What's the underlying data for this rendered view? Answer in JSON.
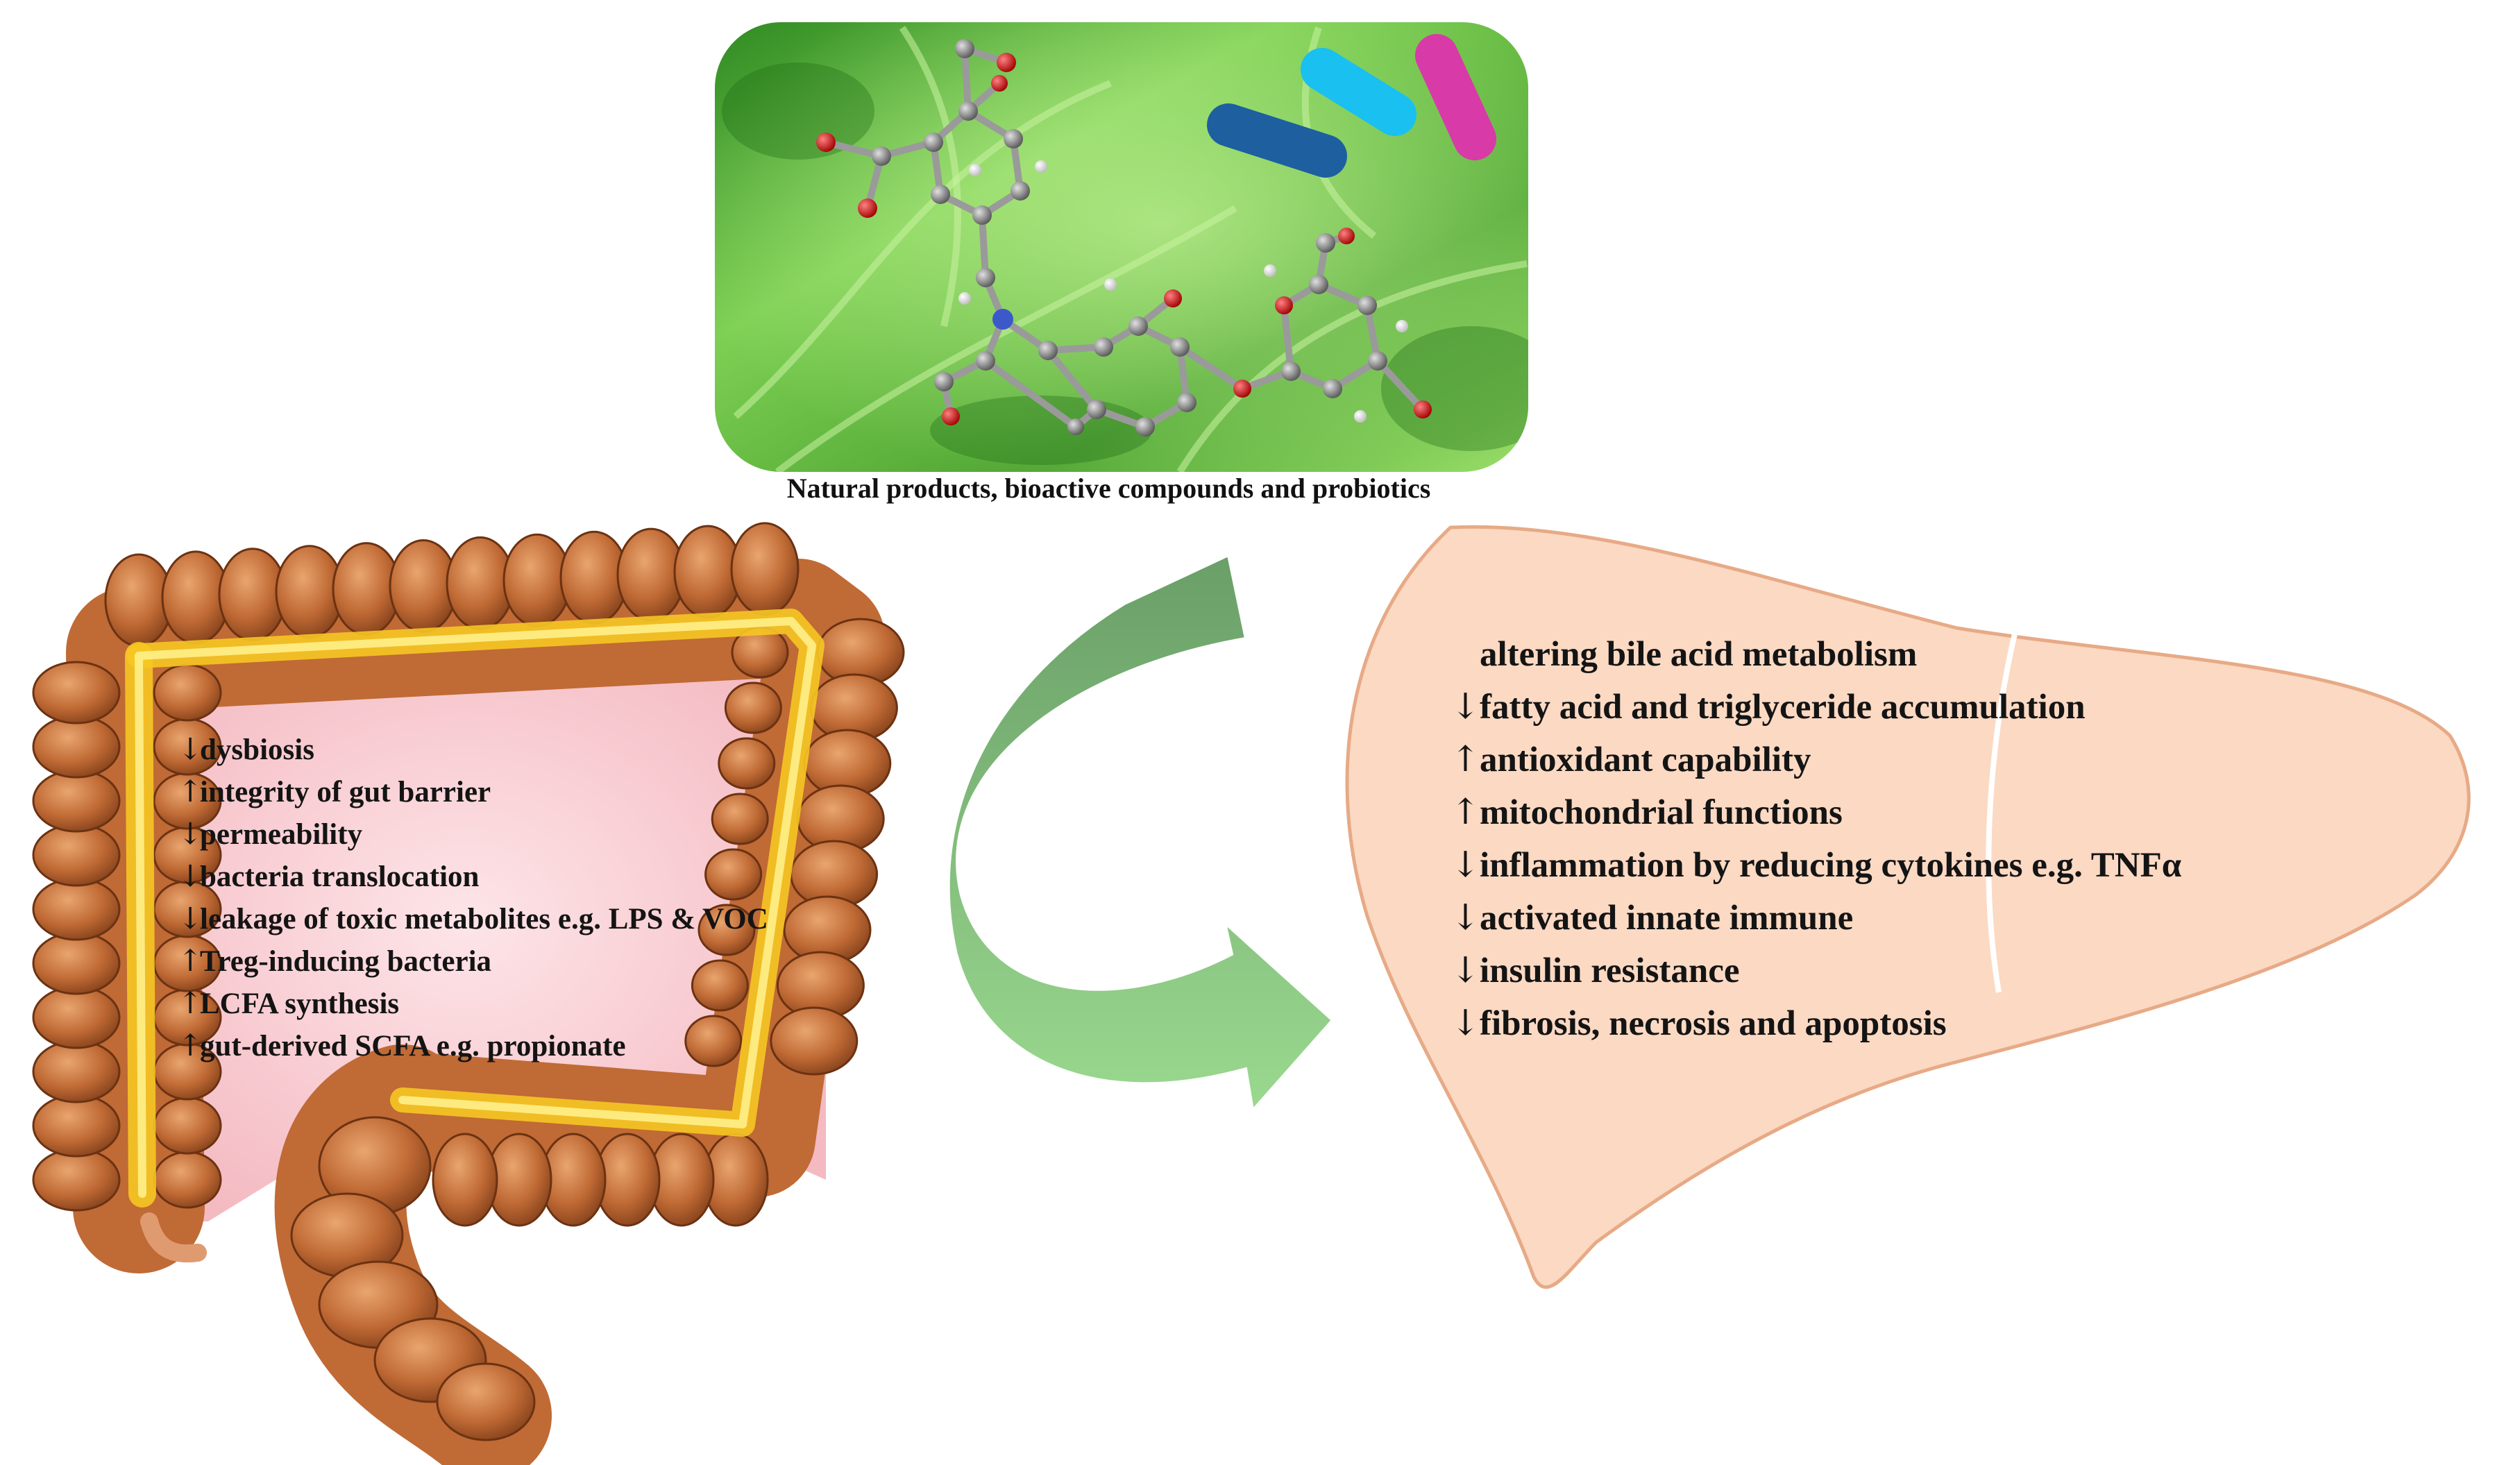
{
  "top_panel": {
    "caption": "Natural products, bioactive compounds and probiotics",
    "pill_colors": [
      "#1e5fa0",
      "#19c0f0",
      "#d83aa8"
    ]
  },
  "arrow": {
    "colors": {
      "top": "#6fa56f",
      "bottom": "#98d88f"
    }
  },
  "colon": {
    "effects": [
      {
        "arrow": "↓",
        "text": "dysbiosis"
      },
      {
        "arrow": "↑",
        "text": "integrity of gut barrier"
      },
      {
        "arrow": "↓",
        "text": "permeability"
      },
      {
        "arrow": "↓",
        "text": "bacteria translocation"
      },
      {
        "arrow": "↓",
        "text": "leakage of toxic metabolites e.g. LPS & VOC"
      },
      {
        "arrow": "↑",
        "text": "Treg-inducing bacteria"
      },
      {
        "arrow": "↑",
        "text": "LCFA synthesis"
      },
      {
        "arrow": "↑",
        "text": "gut-derived SCFA e.g. propionate"
      }
    ]
  },
  "liver": {
    "effects": [
      {
        "arrow": "",
        "text": "altering bile acid metabolism"
      },
      {
        "arrow": "↓",
        "text": "fatty acid and triglyceride accumulation"
      },
      {
        "arrow": "↑",
        "text": "antioxidant capability"
      },
      {
        "arrow": "↑",
        "text": "mitochondrial functions"
      },
      {
        "arrow": "↓",
        "text": "inflammation by reducing cytokines e.g. TNFα"
      },
      {
        "arrow": "↓",
        "text": "activated innate immune"
      },
      {
        "arrow": "↓",
        "text": "insulin resistance"
      },
      {
        "arrow": "↓",
        "text": "fibrosis, necrosis and apoptosis"
      }
    ]
  }
}
